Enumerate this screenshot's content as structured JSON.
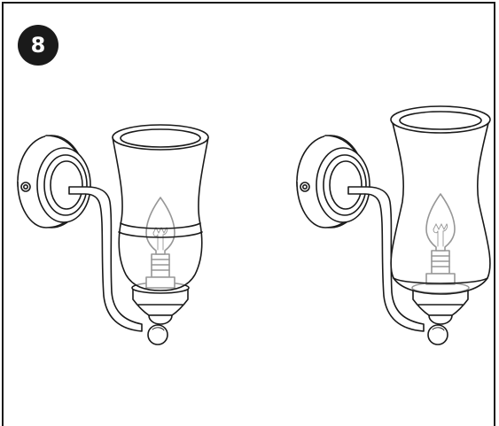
{
  "step": {
    "number": "8"
  },
  "colors": {
    "ink": "#1a1a1a",
    "paper": "#ffffff"
  },
  "figures": [
    {
      "name": "wall-lamp-short-shade",
      "shade": "tulip"
    },
    {
      "name": "wall-lamp-tall-shade",
      "shade": "hourglass"
    }
  ]
}
